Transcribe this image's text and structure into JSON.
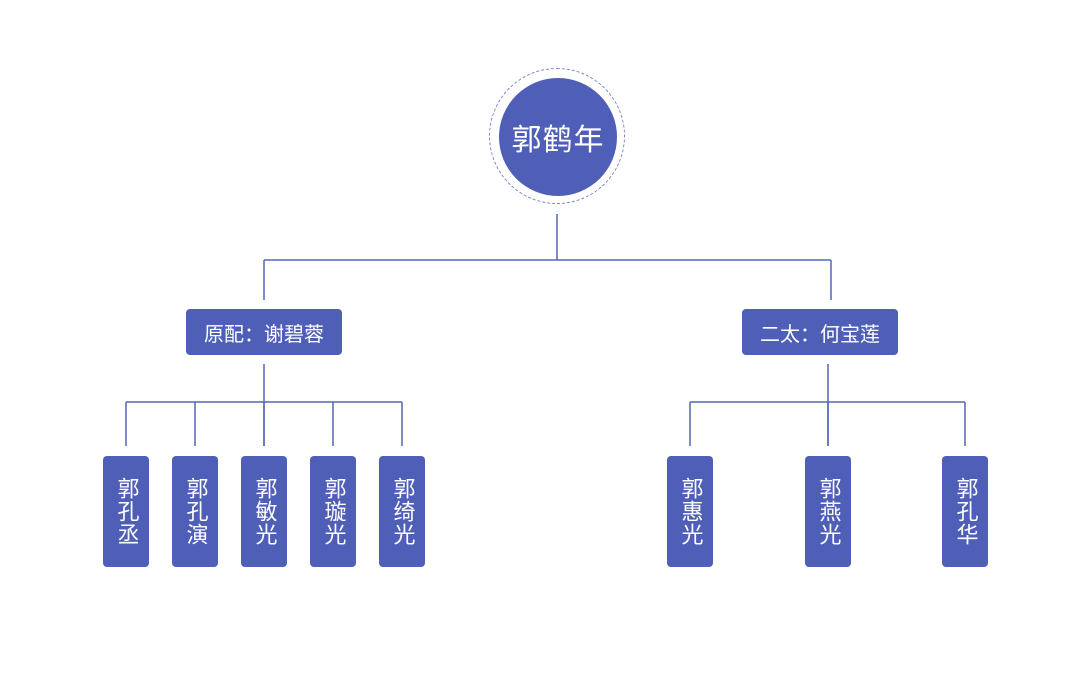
{
  "diagram": {
    "root": {
      "label": "郭鹤年"
    },
    "spouses": [
      {
        "label": "原配：谢碧蓉",
        "children": [
          "郭孔丞",
          "郭孔演",
          "郭敏光",
          "郭璇光",
          "郭绮光"
        ]
      },
      {
        "label": "二太：何宝莲",
        "children": [
          "郭惠光",
          "郭燕光",
          "郭孔华"
        ]
      }
    ],
    "colors": {
      "node_fill": "#4f5fb7",
      "connector": "#5566b8",
      "ring": "#7b86c7",
      "text": "#ffffff",
      "background": "#ffffff"
    }
  }
}
